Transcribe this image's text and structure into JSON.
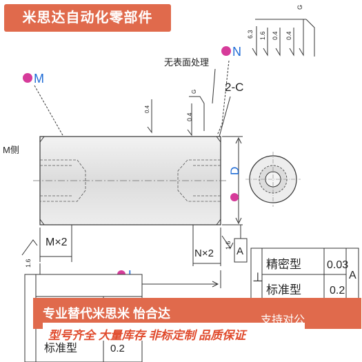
{
  "banner": {
    "title": "米思达自动化零部件",
    "promo_line1": "专业替代米思米 怡合达",
    "promo_line2": "型号齐全 大量库存 非标定制 品质保证",
    "support": "支持对公"
  },
  "drawing": {
    "labels": {
      "m": "M",
      "n": "N",
      "l": "L",
      "d": "D",
      "m_side": "M侧",
      "surface_treatment": "无表面处理",
      "chamfer": "2-C",
      "m_thread_len": "M×2",
      "n_thread_len": "N×2",
      "datum_a": "A",
      "datum_a_table": "A"
    },
    "roughness": {
      "top_group": [
        "6.3",
        "1.6",
        "0.4",
        "0.4"
      ],
      "top_group_tag": "G",
      "body": "0.4",
      "right_part": "0.4",
      "right_part_tag": "G",
      "left_end": "1.6",
      "right_end": "1.6"
    },
    "tolerance_table": {
      "symbol": "⊥",
      "rows": [
        {
          "grade": "精密型",
          "value": "0.03"
        },
        {
          "grade": "标准型",
          "value": "0.2"
        }
      ],
      "datum": "A",
      "partial_row": {
        "grade": "标准型",
        "value": "0.2"
      }
    },
    "colors": {
      "badge": "#d63b9a",
      "banner": "#e06a4c",
      "line": "#222222",
      "body_fill": "#e6e6e6"
    }
  }
}
